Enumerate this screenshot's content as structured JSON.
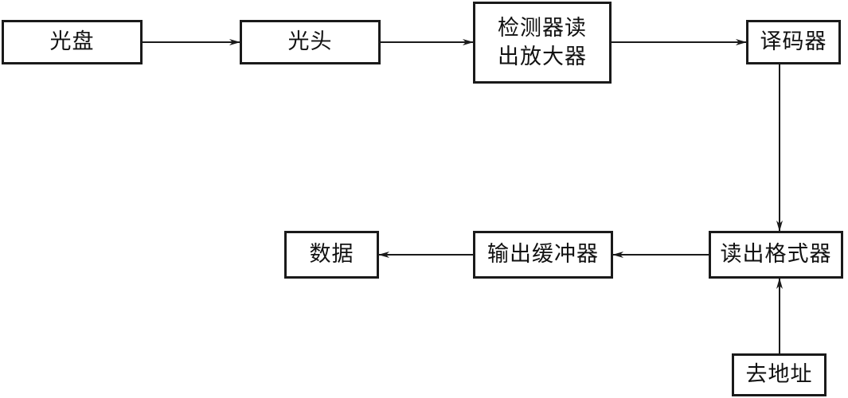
{
  "diagram": {
    "nodes": {
      "disc": {
        "label": "光盘"
      },
      "optical_head": {
        "label": "光头"
      },
      "detector_amp": {
        "label_line1": "检测器读",
        "label_line2": "出放大器"
      },
      "decoder": {
        "label": "译码器"
      },
      "read_formatter": {
        "label": "读出格式器"
      },
      "output_buffer": {
        "label": "输出缓冲器"
      },
      "data": {
        "label": "数据"
      },
      "address": {
        "label": "去地址"
      }
    },
    "edges": [
      {
        "from": "光盘",
        "to": "光头"
      },
      {
        "from": "光头",
        "to": "检测器读出放大器"
      },
      {
        "from": "检测器读出放大器",
        "to": "译码器"
      },
      {
        "from": "译码器",
        "to": "读出格式器"
      },
      {
        "from": "读出格式器",
        "to": "输出缓冲器"
      },
      {
        "from": "输出缓冲器",
        "to": "数据"
      },
      {
        "from": "去地址",
        "to": "读出格式器"
      }
    ],
    "colors": {
      "line": "#1a1a1a",
      "text": "#111111",
      "background": "#ffffff"
    }
  }
}
